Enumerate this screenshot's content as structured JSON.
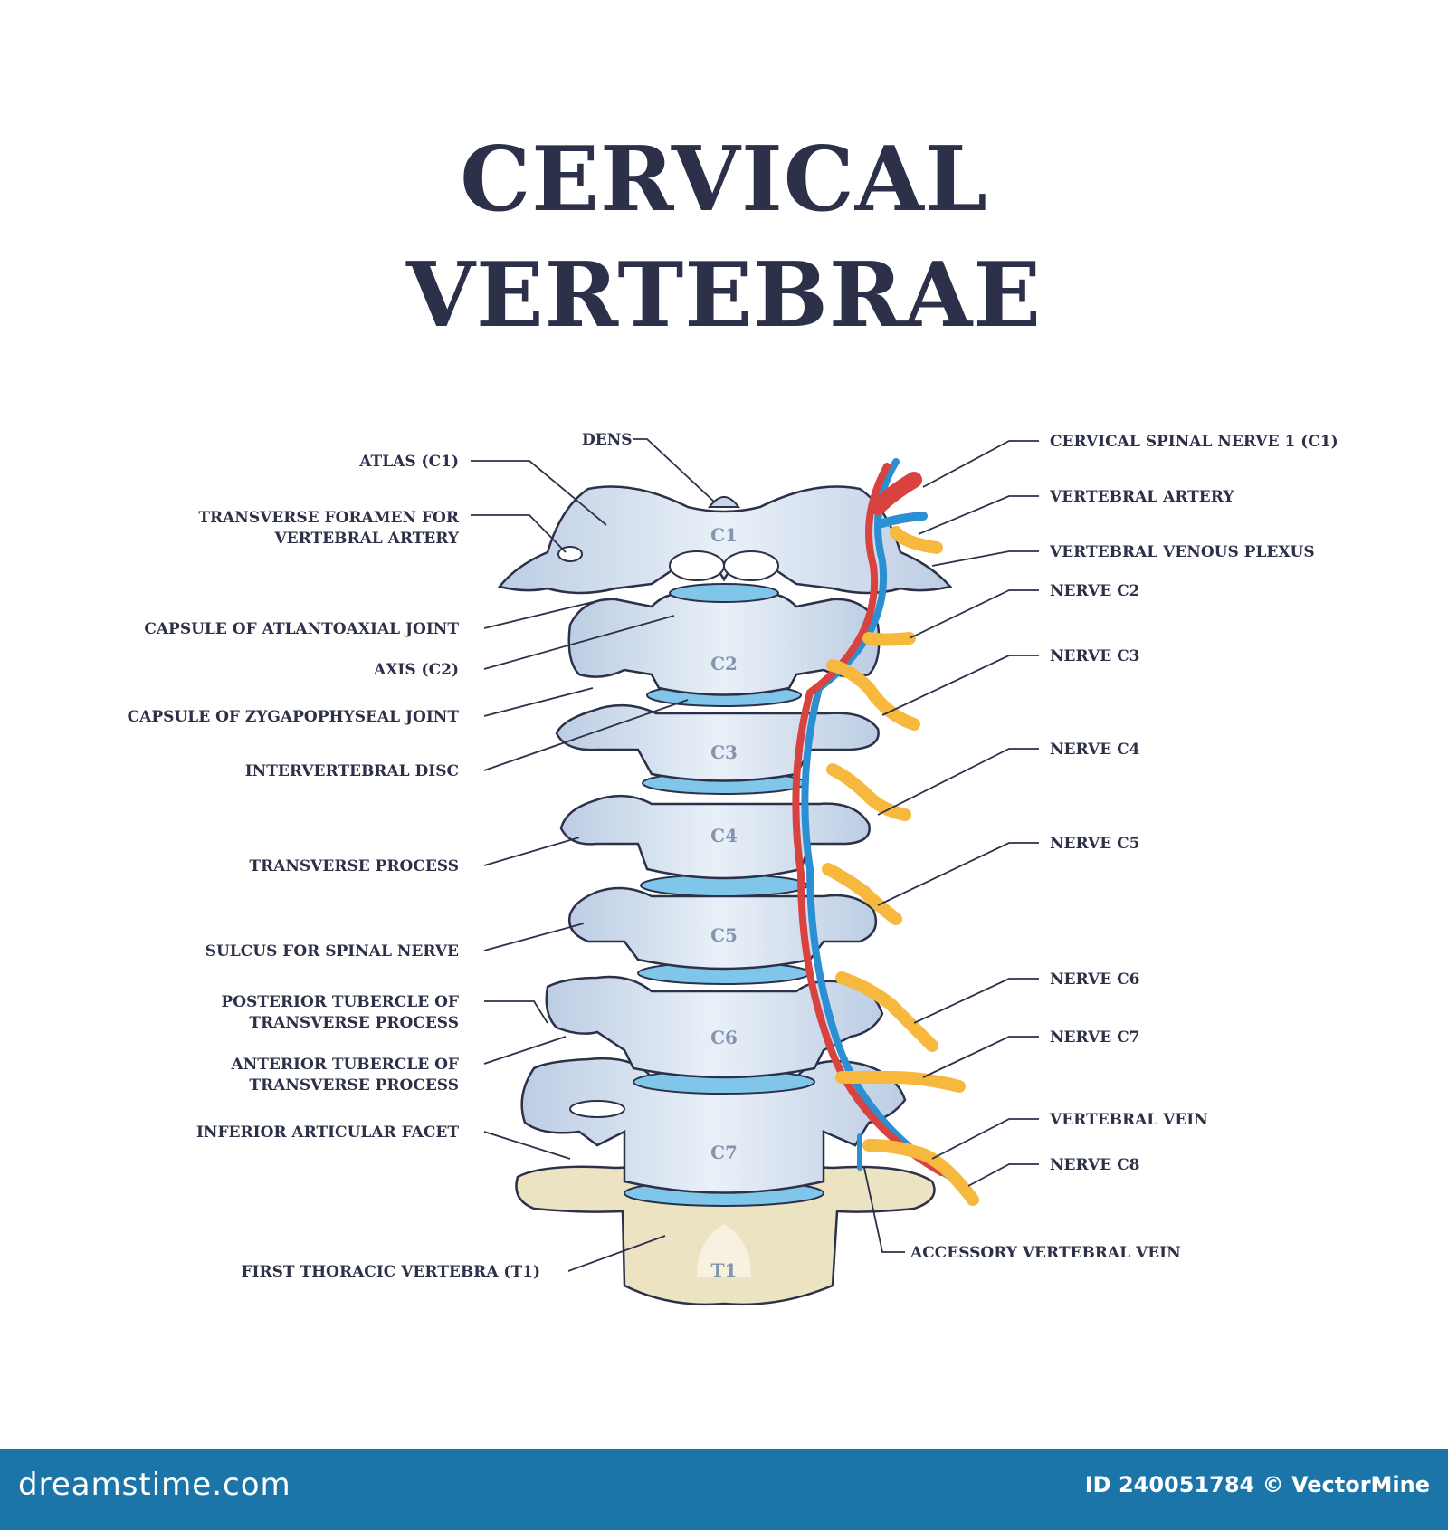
{
  "title": {
    "line1": "CERVICAL",
    "line2": "VERTEBRAE"
  },
  "vertebrae": [
    "C1",
    "C2",
    "C3",
    "C4",
    "C5",
    "C6",
    "C7",
    "T1"
  ],
  "labels_left": [
    "ATLAS (C1)",
    "TRANSVERSE FORAMEN FOR",
    "VERTEBRAL ARTERY",
    "CAPSULE OF ATLANTOAXIAL JOINT",
    "AXIS (C2)",
    "CAPSULE OF ZYGAPOPHYSEAL JOINT",
    "INTERVERTEBRAL DISC",
    "TRANSVERSE PROCESS",
    "SULCUS FOR SPINAL NERVE",
    "POSTERIOR TUBERCLE OF",
    "TRANSVERSE PROCESS",
    "ANTERIOR TUBERCLE OF",
    "TRANSVERSE PROCESS",
    "INFERIOR ARTICULAR FACET",
    "FIRST THORACIC VERTEBRA (T1)"
  ],
  "label_top": "DENS",
  "labels_right": [
    "CERVICAL SPINAL NERVE 1 (C1)",
    "VERTEBRAL ARTERY",
    "VERTEBRAL VENOUS PLEXUS",
    "NERVE C2",
    "NERVE C3",
    "NERVE C4",
    "NERVE C5",
    "NERVE C6",
    "NERVE C7",
    "VERTEBRAL VEIN",
    "NERVE C8",
    "ACCESSORY VERTEBRAL VEIN"
  ],
  "colors": {
    "bone": "#d6e2f1",
    "bone_outline": "#2c3048",
    "disc": "#7fc6ea",
    "thoracic": "#ece3c3",
    "nerve": "#f6b93e",
    "artery": "#d9433f",
    "vein": "#2b8fd2",
    "footer": "#1b75a8"
  },
  "footer": {
    "brand": "dreamstime.com",
    "id_text": "ID 240051784 © VectorMine"
  }
}
